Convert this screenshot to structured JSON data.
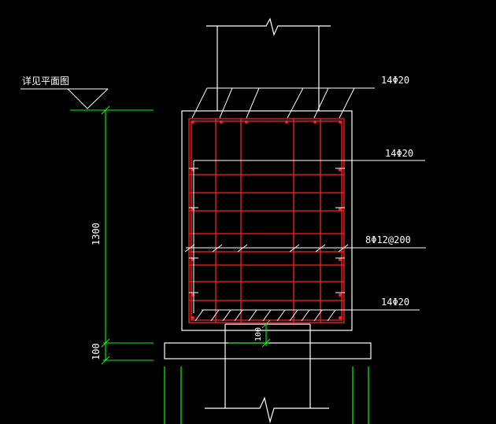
{
  "drawing": {
    "level_note": "详见平面图",
    "labels": {
      "top_bars": "14Φ20",
      "side_bars": "14Φ20",
      "stirrups": "8Φ12@200",
      "bottom_bars": "14Φ20"
    },
    "dimensions": {
      "height": "1300",
      "cushion": "100",
      "inner": "100"
    },
    "colors": {
      "background": "#000000",
      "outline": "#ffffff",
      "rebar": "#ff2020",
      "dimension": "#00ff00"
    }
  }
}
